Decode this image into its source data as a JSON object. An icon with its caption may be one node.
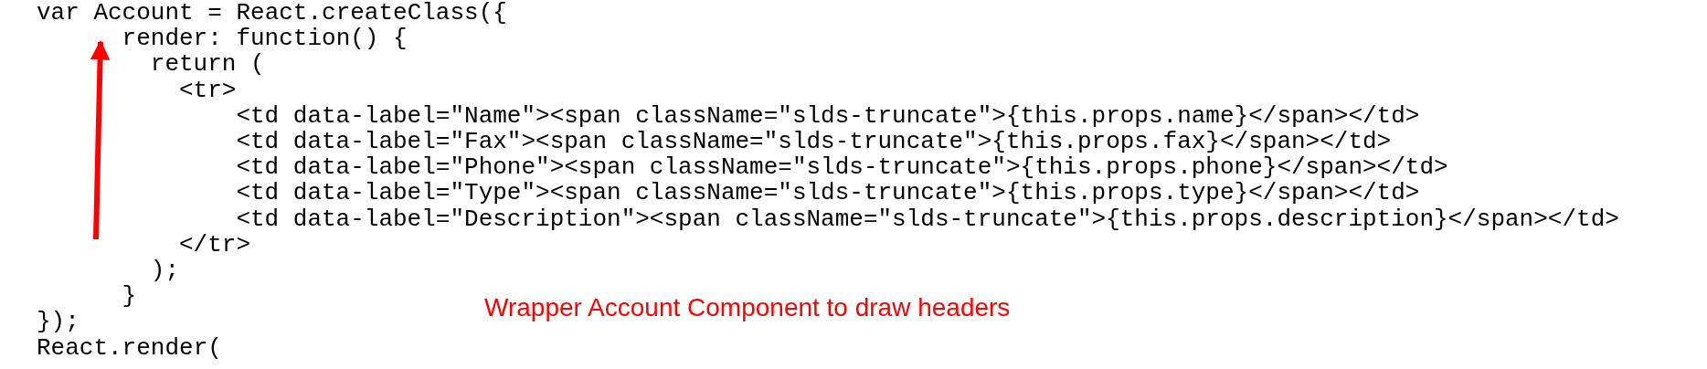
{
  "diagram": {
    "labels": [
      "var Account = React.createClass({",
      "render: function() {",
      "return (",
      "<tr>",
      "<td data-label=\"Name\"><span className=\"slds-truncate\">{this.props.name}</span></td>",
      "<td data-label=\"Fax\"><span className=\"slds-truncate\">{this.props.fax}</span></td>",
      "<td data-label=\"Phone\"><span className=\"slds-truncate\">{this.props.phone}</span></td>",
      "<td data-label=\"Type\"><span className=\"slds-truncate\">{this.props.type}</span></td>",
      "<td data-label=\"Description\"><span className=\"slds-truncate\">{this.props.description}</span></td>",
      "</tr>",
      ");",
      "}",
      "});",
      "React.render(",
      "Wrapper Account Component to draw headers"
    ]
  }
}
